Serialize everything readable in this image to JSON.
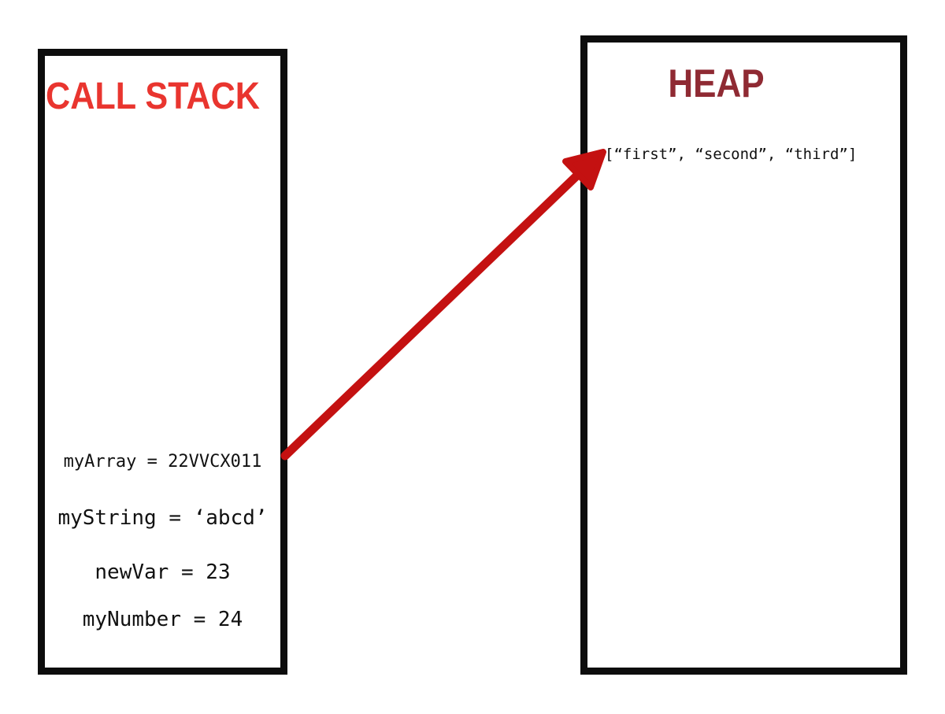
{
  "call_stack": {
    "title": "CALL STACK",
    "variables": [
      {
        "name": "myArray",
        "text": "myArray = 22VVCX011"
      },
      {
        "name": "myString",
        "text": "myString = ‘abcd’"
      },
      {
        "name": "newVar",
        "text": "newVar = 23"
      },
      {
        "name": "myNumber",
        "text": "myNumber = 24"
      }
    ]
  },
  "heap": {
    "title": "HEAP",
    "array_value": "[“first”, “second”, “third”]"
  },
  "arrow": {
    "meaning": "myArray references heap array",
    "color": "#c41111"
  },
  "colors": {
    "call_stack_title": "#e9352f",
    "heap_title": "#8f2a33",
    "box_border": "#0d0d0d",
    "code_text": "#111111",
    "background": "#ffffff"
  }
}
